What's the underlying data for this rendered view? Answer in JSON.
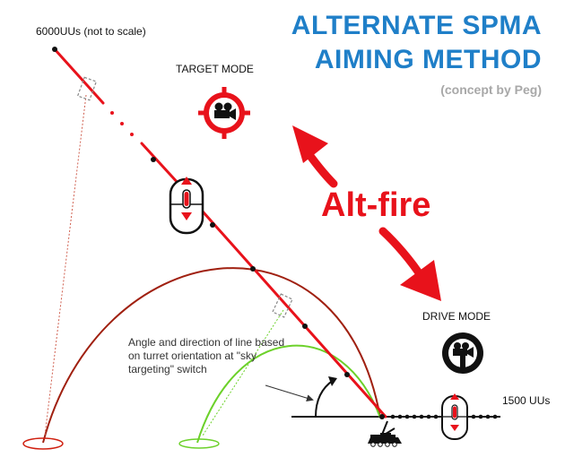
{
  "title": {
    "line1": "ALTERNATE SPMA",
    "line2": "AIMING METHOD",
    "credit": "(concept by Peg)"
  },
  "labels": {
    "max_range": "6000UUs (not to scale)",
    "min_range": "1500 UUs",
    "target_mode": "TARGET MODE",
    "drive_mode": "DRIVE MODE",
    "alt_fire": "Alt-fire",
    "note": "Angle and direction of line based on turret orientation at \"sky targeting\" switch"
  },
  "icons": {
    "target_mode": "camera-crosshair-icon",
    "drive_mode": "camera-steering-wheel-icon",
    "mouse_upper": "mouse-scroll-icon",
    "mouse_lower": "mouse-scroll-icon",
    "vehicle": "spma-tank-icon"
  },
  "colors": {
    "title": "#1f7fc8",
    "aim_line": "#e8121b",
    "long_trajectory": "#a02010",
    "short_trajectory": "#6cd12a",
    "ground": "#111111"
  }
}
